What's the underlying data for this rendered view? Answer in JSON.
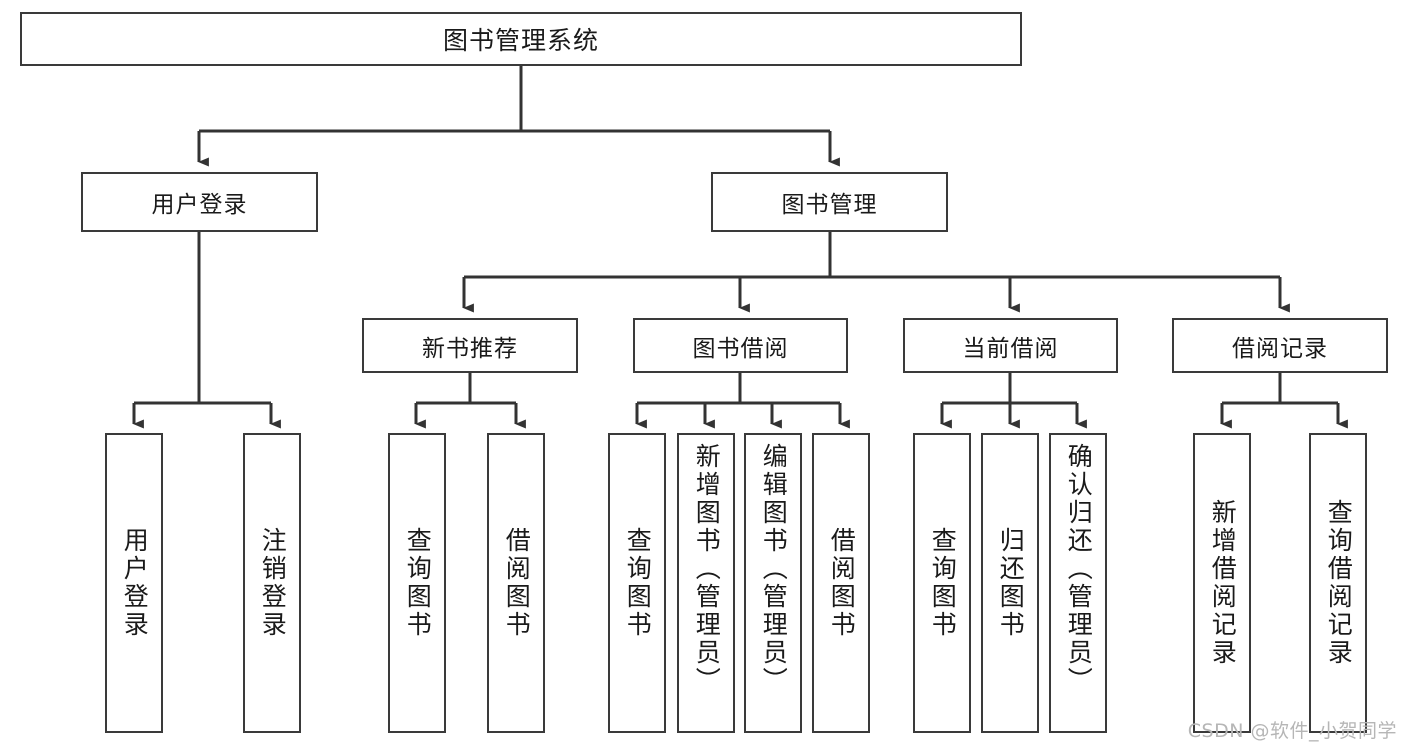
{
  "diagram": {
    "title": "图书管理系统",
    "type": "tree",
    "watermark": "CSDN @软件_小贺同学",
    "colors": {
      "box_border": "#3a3a3a",
      "box_fill": "#ffffff",
      "connector": "#333333",
      "text": "#1a1a1a",
      "watermark": "#b6b6b6",
      "background": "#ffffff"
    },
    "root": {
      "label": "图书管理系统"
    },
    "level2": [
      {
        "label": "用户登录"
      },
      {
        "label": "图书管理"
      }
    ],
    "level3": [
      {
        "label": "新书推荐"
      },
      {
        "label": "图书借阅"
      },
      {
        "label": "当前借阅"
      },
      {
        "label": "借阅记录"
      }
    ],
    "leaves": [
      {
        "label": "用户登录",
        "parent": "用户登录"
      },
      {
        "label": "注销登录",
        "parent": "用户登录"
      },
      {
        "label": "查询图书",
        "parent": "新书推荐"
      },
      {
        "label": "借阅图书",
        "parent": "新书推荐"
      },
      {
        "label": "查询图书",
        "parent": "图书借阅"
      },
      {
        "label": "新增图书（管理员）",
        "parent": "图书借阅"
      },
      {
        "label": "编辑图书（管理员）",
        "parent": "图书借阅"
      },
      {
        "label": "借阅图书",
        "parent": "图书借阅"
      },
      {
        "label": "查询图书",
        "parent": "当前借阅"
      },
      {
        "label": "归还图书",
        "parent": "当前借阅"
      },
      {
        "label": "确认归还（管理员）",
        "parent": "当前借阅"
      },
      {
        "label": "新增借阅记录",
        "parent": "借阅记录"
      },
      {
        "label": "查询借阅记录",
        "parent": "借阅记录"
      }
    ]
  }
}
